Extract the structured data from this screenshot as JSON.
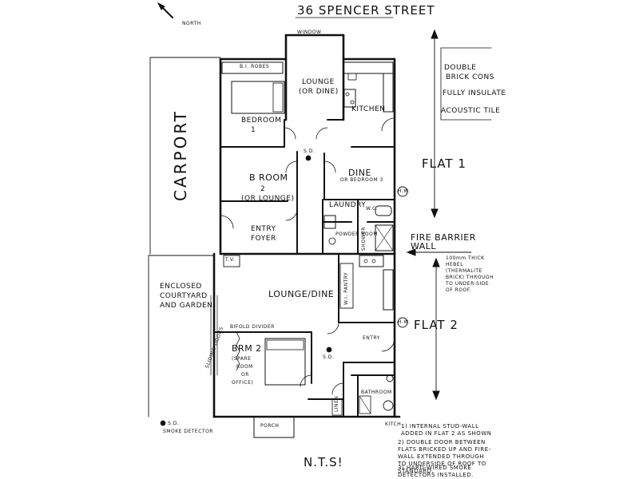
{
  "header": {
    "street": "36 SPENCER STREET",
    "north": "NORTH"
  },
  "labels": {
    "window": "WINDOW",
    "bi_robes": "B.I. ROBES",
    "lounge_top": "LOUNGE",
    "lounge_top_sub": "(OR DINE)",
    "kitchen": "KITCHEN",
    "bedroom1": "BEDROOM",
    "bedroom1_num": "1",
    "sd_top": "S.D.",
    "broom2": "B ROOM",
    "broom2_num": "2",
    "broom2_sub": "(OR LOUNGE)",
    "dine": "DINE",
    "dine_sub": "OR BEDROOM 3",
    "laundry": "LAUNDRY",
    "wc": "W.C.",
    "powder": "POWDER ROOM",
    "shower": "SHOWER",
    "entry_foyer": "ENTRY",
    "entry_foyer_sub": "FOYER",
    "hw_top": "H.W.",
    "carport": "CARPORT",
    "courtyard_1": "ENCLOSED",
    "courtyard_2": "COURTYARD",
    "courtyard_3": "AND GARDEN",
    "tv": "T.V.",
    "lounge_dine": "LOUNGE/DINE",
    "wir_pantry": "W.I. PANTRY",
    "sliding_doors": "SLIDING DOORS",
    "bifold": "BIFOLD DIVIDER",
    "brm2": "BRM 2",
    "spare_1": "(SPARE",
    "spare_2": "ROOM",
    "spare_3": "OR",
    "spare_4": "OFFICE)",
    "sd_bottom": "S.D.",
    "entry_bottom": "ENTRY",
    "bathroom": "BATHROOM",
    "linen": "LINEN",
    "hw_bottom": "H.W.",
    "porch": "PORCH",
    "smoke_key_1": "S.D.",
    "smoke_key_2": "SMOKE DETECTOR",
    "nts": "N.T.S!",
    "kitch": "KITCH",
    "flat1": "FLAT 1",
    "flat2": "FLAT 2",
    "fire_barrier": "FIRE BARRIER WALL",
    "fire_note": "100mm THICK HEBEL (THERMALITE BRICK) THROUGH TO UNDER-SIDE OF ROOF.",
    "double_brick_1": "DOUBLE",
    "double_brick_2": "BRICK CONS",
    "fully_insulated": "FULLY INSULATE",
    "acoustic": "ACOUSTIC TILE",
    "note1": "1) INTERNAL STUD-WALL ADDED IN FLAT 2 AS SHOWN",
    "note2": "2) DOUBLE DOOR BETWEEN FLATS BRICKED UP AND FIRE-WALL EXTENDED THROUGH TO UNDERSIDE OF ROOF TO STANDARD.",
    "note3": "3) HARD-WIRED SMOKE DETECTORS INSTALLED."
  }
}
